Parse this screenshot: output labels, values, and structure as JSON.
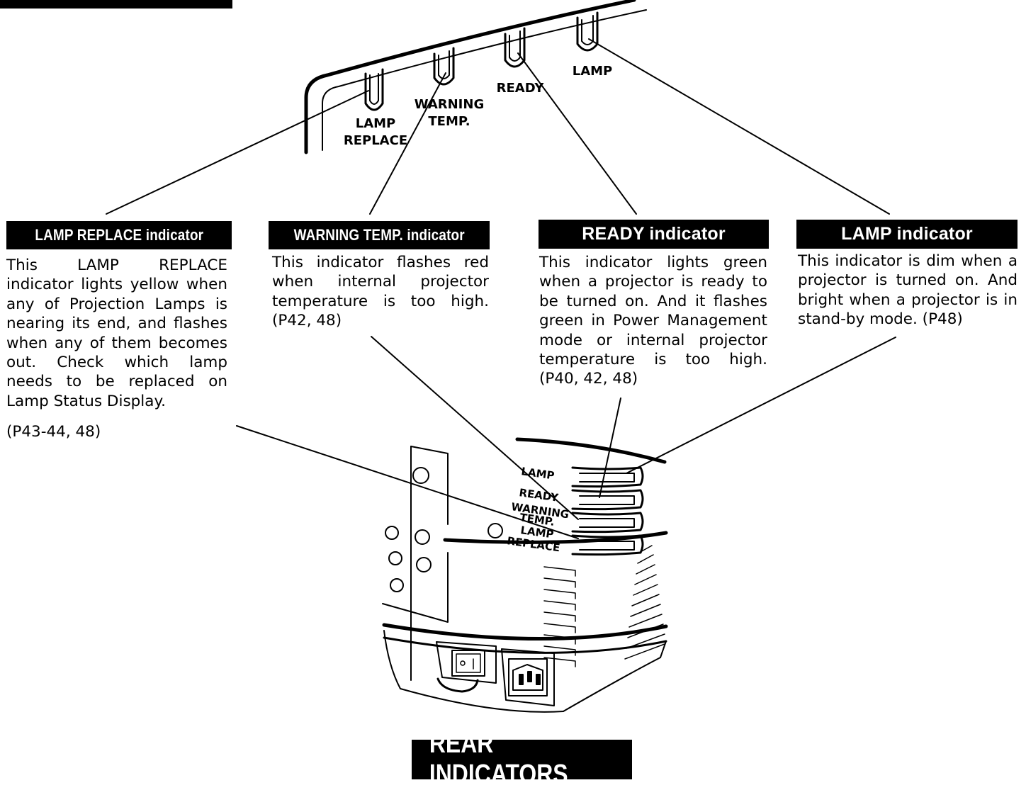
{
  "top_labels": {
    "lamp_replace_line1": "LAMP",
    "lamp_replace_line2": "REPLACE",
    "warning_line1": "WARNING",
    "warning_line2": "TEMP.",
    "ready": "READY",
    "lamp": "LAMP"
  },
  "rear_labels": {
    "lamp": "LAMP",
    "ready": "READY",
    "warning_line1": "WARNING",
    "warning_line2": "TEMP.",
    "lamp_replace_line1": "LAMP",
    "lamp_replace_line2": "REPLACE"
  },
  "captions": {
    "lamp_replace": {
      "heading": "LAMP REPLACE indicator",
      "body": "This LAMP REPLACE indicator lights yellow when any of Projection Lamps is nearing its end, and flashes when any of them becomes out. Check which lamp needs to be replaced on Lamp Status Display.",
      "ref": "(P43-44, 48)"
    },
    "warning_temp": {
      "heading": "WARNING TEMP. indicator",
      "body": "This indicator flashes red when internal projector temperature is too high. (P42, 48)"
    },
    "ready": {
      "heading": "READY indicator",
      "body": "This indicator lights green when a projector is ready to be turned on. And it flashes green in Power Management mode or internal projector temperature is too high. (P40, 42, 48)"
    },
    "lamp": {
      "heading": "LAMP indicator",
      "body": "This indicator is dim when a projector is turned on.  And bright when a projector is in stand-by mode. (P48)"
    }
  },
  "title": "REAR INDICATORS",
  "colors": {
    "ink": "#000000",
    "paper": "#ffffff"
  }
}
